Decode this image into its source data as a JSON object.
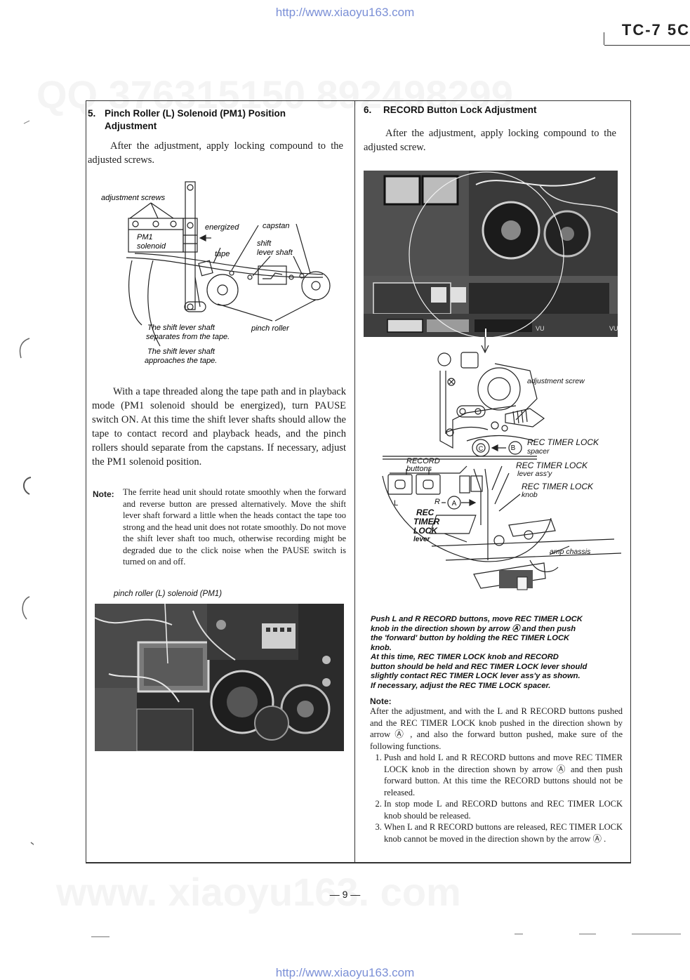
{
  "header": {
    "url_top": "http://www.xiaoyu163.com",
    "corner_code": "TC-7 5C"
  },
  "watermarks": {
    "qq_line": "QQ 376315150   892498299",
    "bottom_line": "www. xiaoyu163. com"
  },
  "left": {
    "section5": {
      "number": "5.",
      "title_line1": "Pinch Roller (L) Solenoid (PM1) Position",
      "title_line2": "Adjustment",
      "intro": "After the adjustment, apply locking compound to the adjusted screws."
    },
    "diagram": {
      "adjustment_screws": "adjustment screws",
      "pm1": "PM1",
      "solenoid": "solenoid",
      "energized": "energized",
      "capstan": "capstan",
      "shift": "shift",
      "lever_shaft": "lever shaft",
      "tape": "tape",
      "separates_1": "The shift lever shaft",
      "separates_2": "separates from the tape.",
      "pinch_roller": "pinch roller",
      "approaches_1": "The shift lever shaft",
      "approaches_2": "approaches the tape."
    },
    "procedure": "With a tape threaded along the tape path and in playback mode (PM1 solenoid should be energized), turn PAUSE switch ON.  At this time the shift lever shafts should allow the tape to contact record and playback heads, and the pinch rollers should separate from the capstans.  If necessary, adjust the PM1 solenoid position.",
    "note_label": "Note:",
    "note_text": "The ferrite head unit should rotate smoothly when the forward and reverse button are pressed alternatively.  Move the shift lever shaft forward a little when the heads contact the tape too strong and the head unit does not rotate smoothly.  Do not move the shift lever shaft too much, otherwise recording might be degraded due to the click noise when the PAUSE switch is turned on and off.",
    "photo_caption": "pinch roller (L) solenoid (PM1)"
  },
  "right": {
    "section6": {
      "number": "6.",
      "title": "RECORD Button Lock Adjustment",
      "intro": "After the adjustment, apply locking compound to the adjusted screw."
    },
    "photo_labels": {
      "vu_left": "VU",
      "vu_right": "VU"
    },
    "diagram": {
      "adjustment_screw": "adjustment screw",
      "rec_timer_lock": "REC TIMER LOCK",
      "spacer": "spacer",
      "circle_b": "B",
      "circle_c": "C",
      "record": "RECORD",
      "buttons": "buttons",
      "lever_assy_title": "REC TIMER LOCK",
      "lever_assy": "lever ass'y",
      "knob_title": "REC TIMER LOCK",
      "knob": "knob",
      "l": "L",
      "r": "R",
      "circle_a": "A",
      "rec": "REC",
      "timer": "TIMER",
      "lock": "LOCK",
      "lever": "lever",
      "amp_chassis": "amp chassis"
    },
    "caption": [
      "Push L and R RECORD buttons, move REC TIMER LOCK",
      "knob in the direction shown by arrow Ⓐ and then push",
      "the 'forward' button by holding the REC TIMER LOCK",
      "knob.",
      "At this time, REC TIMER LOCK knob and RECORD",
      "button should be held and REC TIMER LOCK lever should",
      "slightly contact REC TIMER LOCK lever ass'y as shown.",
      "If necessary, adjust the REC TIME LOCK spacer."
    ],
    "note_label": "Note:",
    "note_text": "After the adjustment, and with the L and R RECORD buttons pushed and the REC TIMER LOCK knob pushed in the direction shown by arrow Ⓐ , and also the forward button pushed, make sure of the following functions.",
    "functions": [
      "Push and hold L and R RECORD buttons and move REC TIMER LOCK knob in the direction shown by arrow Ⓐ and then push forward button.  At this time the RECORD buttons should not be released.",
      "In stop mode L and RECORD buttons and REC TIMER LOCK knob should be released.",
      "When L and R RECORD buttons are released, REC TIMER LOCK knob cannot be moved in the direction shown by the arrow Ⓐ ."
    ]
  },
  "footer": {
    "page_number": "— 9 —",
    "url_bottom": "http://www.xiaoyu163.com"
  }
}
